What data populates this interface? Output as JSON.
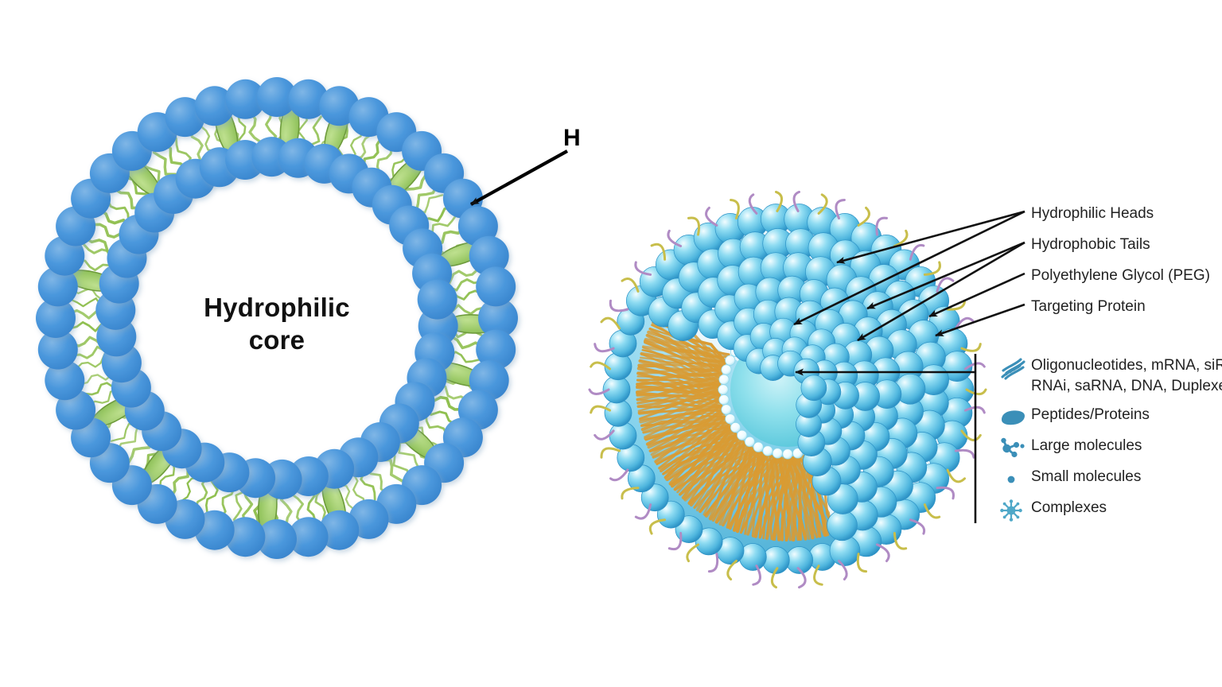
{
  "figure": {
    "background": "#ffffff",
    "panels": [
      "liposome-cross-section",
      "lipid-nanoparticle-cutaway"
    ]
  },
  "left_panel": {
    "name": "liposome-cross-section",
    "core_label_line1": "Hydrophilic",
    "core_label_line2": "core",
    "callout_label_clipped": "H",
    "colors": {
      "head": "#4A97DC",
      "head_shadow": "#2F79BE",
      "tail": "#8FBF4E",
      "cholesterol_fill": "#9CCB6A",
      "cholesterol_stroke": "#6E9B3C"
    },
    "structure": {
      "outer_heads": 44,
      "inner_heads": 38,
      "cholesterol_count": 14
    }
  },
  "right_panel": {
    "name": "lipid-nanoparticle-cutaway",
    "colors": {
      "head": "#5CC3E8",
      "head_dark": "#2E93C6",
      "tail": "#D99B33",
      "core": "#6FD3E6",
      "peg": "#C8BE4B",
      "targeting_protein": "#B08BC4",
      "cargo_icon": "#3B8FB8"
    },
    "callouts": [
      {
        "label": "Hydrophilic Heads",
        "arrows": 2
      },
      {
        "label": "Hydrophobic Tails",
        "arrows": 2
      },
      {
        "label": "Polyethylene Glycol (PEG)",
        "arrows": 1
      },
      {
        "label": "Targeting Protein",
        "arrows": 1
      }
    ],
    "cargo_legend": {
      "bracket": true,
      "items": [
        {
          "icon": "dna-helix-icon",
          "line1": "Oligonucleotides, mRNA, siRN",
          "line2": "RNAi, saRNA, DNA, Duplexes",
          "clipped": true
        },
        {
          "icon": "protein-blob-icon",
          "line1": "Peptides/Proteins"
        },
        {
          "icon": "large-molecule-icon",
          "line1": "Large molecules"
        },
        {
          "icon": "small-molecule-icon",
          "line1": "Small molecules"
        },
        {
          "icon": "complex-icon",
          "line1": "Complexes"
        }
      ]
    }
  }
}
